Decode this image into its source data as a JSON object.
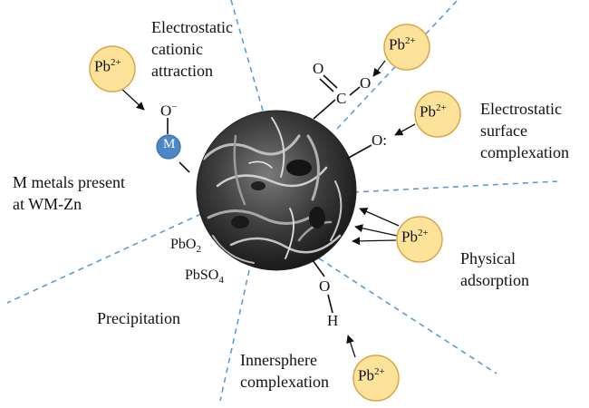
{
  "diagram": {
    "mechanisms": {
      "electrostatic_cationic": [
        "Electrostatic",
        "cationic",
        "attraction"
      ],
      "electrostatic_surface": [
        "Electrostatic",
        "surface",
        "complexation"
      ],
      "metals_present": [
        "M metals present",
        "at WM-Zn"
      ],
      "physical_adsorption": [
        "Physical",
        "adsorption"
      ],
      "precipitation": "Precipitation",
      "innersphere": [
        "Innersphere",
        "complexation"
      ]
    },
    "species": {
      "lead_ion": "Pb",
      "lead_ion_charge": "2+",
      "pbo2": "PbO",
      "pbo2_sub": "2",
      "pbso4": "PbSO",
      "pbso4_sub": "4",
      "metal": "M"
    },
    "atoms": {
      "o_minus": "O",
      "o_minus_charge": "−",
      "carbonyl_o": "O",
      "carbon": "C",
      "ester_o": "O",
      "surface_o": "O:",
      "hydroxyl_o": "O",
      "hydroxyl_h": "H"
    },
    "colors": {
      "pb_fill": "#fde299",
      "pb_stroke": "#d9a74a",
      "metal_fill": "#4d87c7",
      "divider": "#5b9bd5"
    }
  }
}
